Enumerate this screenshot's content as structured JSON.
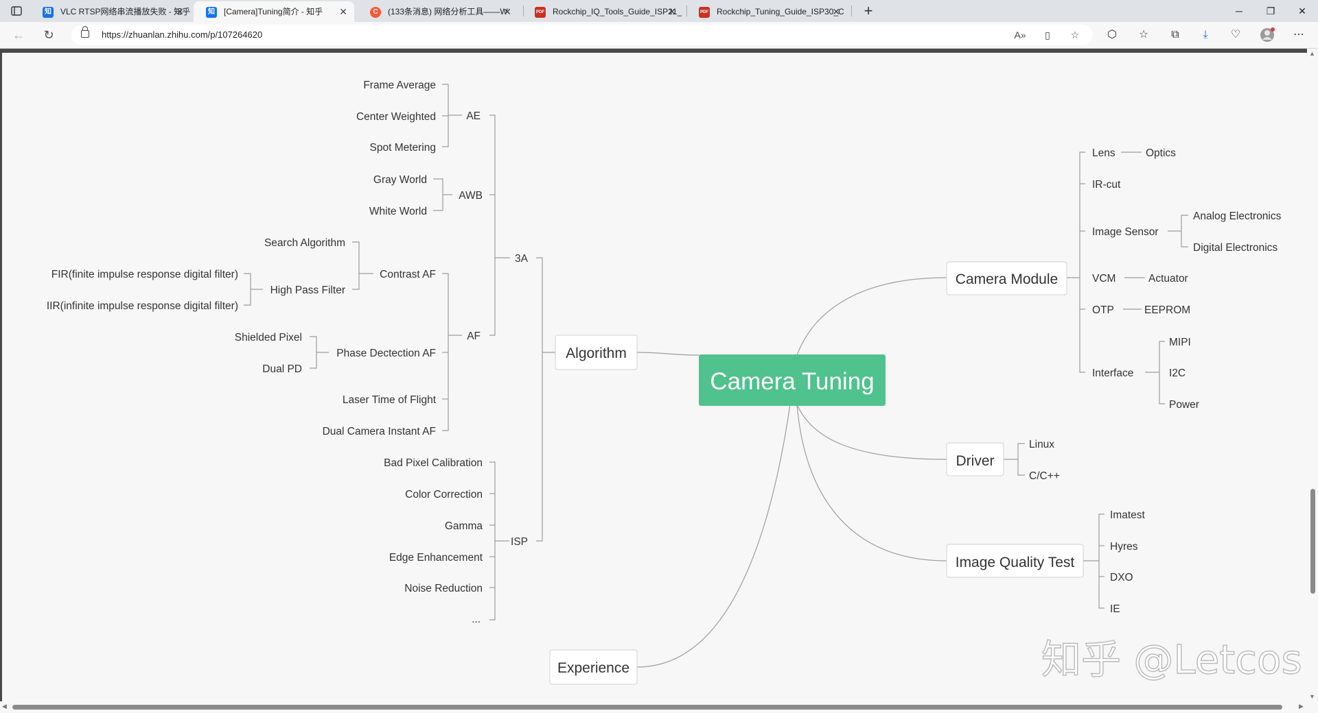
{
  "browser": {
    "tabs": [
      {
        "title": "VLC RTSP网络串流播放失败 - 知乎",
        "favicon": "知",
        "favicon_color": "#1772f6",
        "active": false
      },
      {
        "title": "[Camera]Tuning简介 - 知乎",
        "favicon": "知",
        "favicon_color": "#1772f6",
        "active": true
      },
      {
        "title": "(133条消息) 网络分析工具——W",
        "favicon": "C",
        "favicon_color": "#fc5531",
        "active": false
      },
      {
        "title": "Rockchip_IQ_Tools_Guide_ISP21_",
        "favicon": "PDF",
        "favicon_color": "#c8321e",
        "active": false
      },
      {
        "title": "Rockchip_Tuning_Guide_ISP30_C",
        "favicon": "PDF",
        "favicon_color": "#c8321e",
        "active": false
      }
    ],
    "address": "https://zhuanlan.zhihu.com/p/107264620"
  },
  "mindmap": {
    "root": "Camera Tuning",
    "root_color": "#4fc28d",
    "algorithm": {
      "label": "Algorithm",
      "a3": {
        "label": "3A",
        "ae": {
          "label": "AE",
          "items": [
            "Frame Average",
            "Center Weighted",
            "Spot Metering"
          ]
        },
        "awb": {
          "label": "AWB",
          "items": [
            "Gray World",
            "White World"
          ]
        },
        "af": {
          "label": "AF",
          "contrast": {
            "label": "Contrast AF",
            "search": "Search Algorithm",
            "hpf": {
              "label": "High Pass Filter",
              "items": [
                "FIR(finite impulse response digital filter)",
                "IIR(infinite impulse response digital filter)"
              ]
            }
          },
          "phase": {
            "label": "Phase Dectection AF",
            "items": [
              "Shielded Pixel",
              "Dual PD"
            ]
          },
          "laser": "Laser Time of Flight",
          "dual": "Dual Camera Instant AF"
        }
      },
      "isp": {
        "label": "ISP",
        "items": [
          "Bad Pixel Calibration",
          "Color Correction",
          "Gamma",
          "Edge Enhancement",
          "Noise Reduction",
          "..."
        ]
      }
    },
    "experience": "Experience",
    "camera_module": {
      "label": "Camera Module",
      "lens": {
        "label": "Lens",
        "child": "Optics"
      },
      "ircut": "IR-cut",
      "sensor": {
        "label": "Image Sensor",
        "items": [
          "Analog Electronics",
          "Digital Electronics"
        ]
      },
      "vcm": {
        "label": "VCM",
        "child": "Actuator"
      },
      "otp": {
        "label": "OTP",
        "child": "EEPROM"
      },
      "interface": {
        "label": "Interface",
        "items": [
          "MIPI",
          "I2C",
          "Power"
        ]
      }
    },
    "driver": {
      "label": "Driver",
      "items": [
        "Linux",
        "C/C++"
      ]
    },
    "iqt": {
      "label": "Image Quality Test",
      "items": [
        "Imatest",
        "Hyres",
        "DXO",
        "IE"
      ]
    }
  },
  "watermark": "知乎 @Letcos"
}
